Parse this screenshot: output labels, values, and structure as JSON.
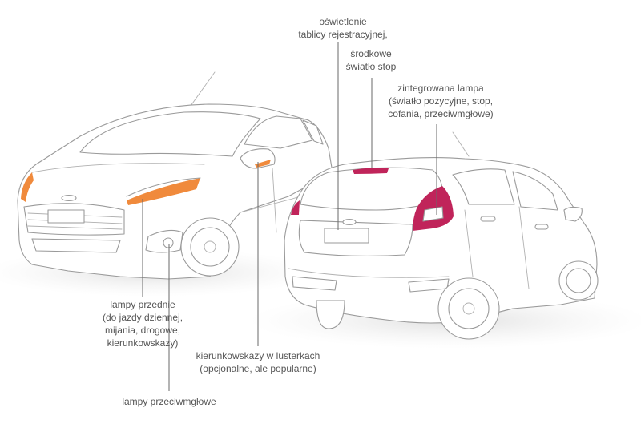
{
  "labels": {
    "plate_light": [
      "oświetlenie",
      "tablicy rejestracyjnej,"
    ],
    "center_brake": [
      "środkowe",
      "światło stop"
    ],
    "integrated_lamp": [
      "zintegrowana lampa",
      "(światło pozycyjne, stop,",
      "cofania, przeciwmgłowe)"
    ],
    "headlamps": [
      "lampy przednie",
      "(do jazdy dziennej,",
      "mijania, drogowe,",
      "kierunkowskazy)"
    ],
    "mirror_indicators": [
      "kierunkowskazy w lusterkach",
      "(opcjonalne, ale popularne)"
    ],
    "fog_lamps": [
      "lampy przeciwmgłowe"
    ]
  },
  "colors": {
    "front_light": "#f08a3c",
    "rear_light": "#c0245a",
    "outline": "#9a9a9a",
    "text": "#555555"
  }
}
